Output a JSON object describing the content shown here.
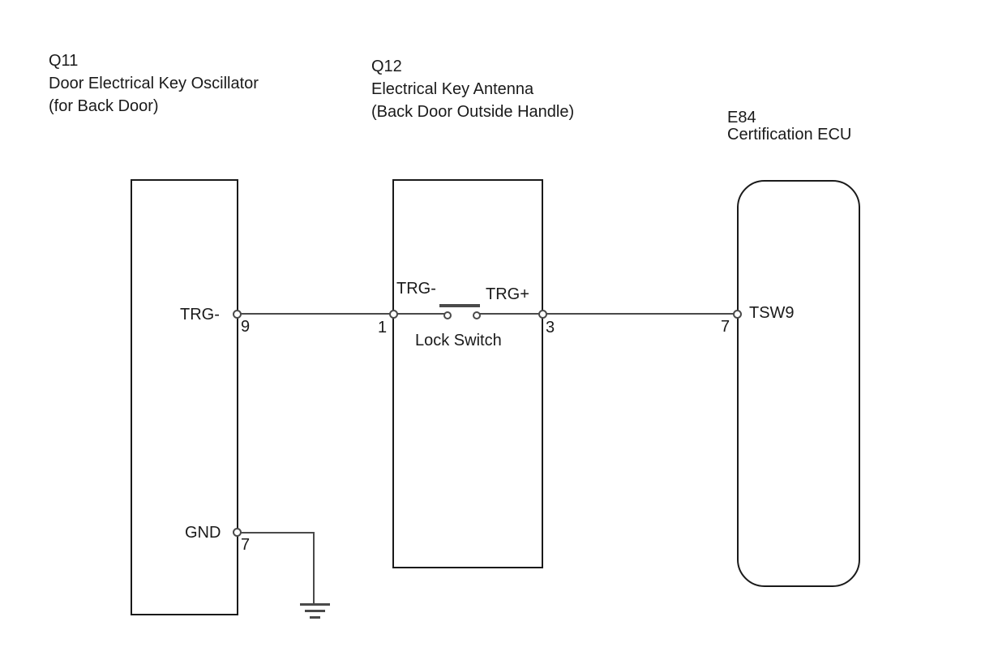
{
  "diagram": {
    "components": {
      "q11": {
        "code": "Q11",
        "name": "Door Electrical Key Oscillator",
        "qualifier": "(for Back Door)"
      },
      "q12": {
        "code": "Q12",
        "name": "Electrical Key Antenna",
        "qualifier": "(Back Door Outside Handle)"
      },
      "e84": {
        "code": "E84",
        "name": "Certification ECU"
      }
    },
    "signals": {
      "q11_trg_label": "TRG-",
      "q11_trg_pin": "9",
      "q12_in_pin": "1",
      "q12_trg_minus_label": "TRG-",
      "q12_trg_plus_label": "TRG+",
      "q12_switch_label": "Lock Switch",
      "q12_out_pin": "3",
      "e84_pin": "7",
      "e84_signal_label": "TSW9",
      "q11_gnd_label": "GND",
      "q11_gnd_pin": "7"
    },
    "icons": {
      "ground": "ground-symbol",
      "switch_blade": "normally-open-switch-blade",
      "terminal": "open-circle-terminal"
    },
    "colors": {
      "background": "#ffffff",
      "outline": "#1a1a1a",
      "wire": "#4a4a4a",
      "text": "#1a1a1a"
    }
  }
}
